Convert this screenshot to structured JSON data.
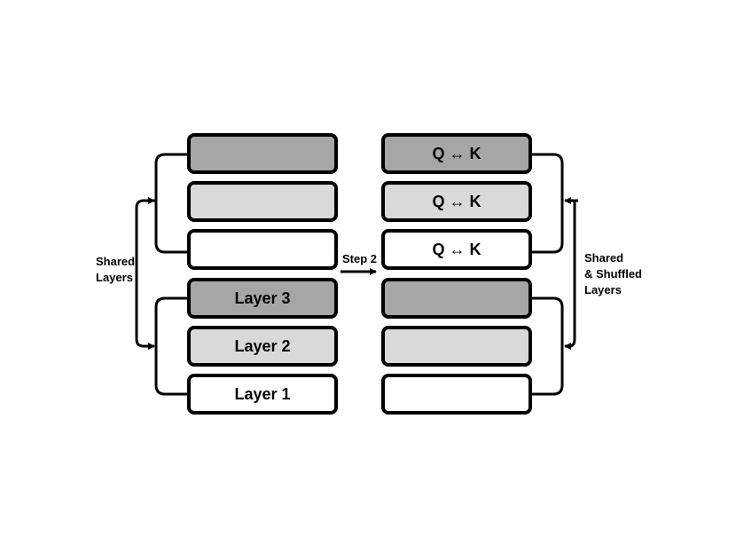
{
  "colors": {
    "dark": "#a6a6a6",
    "light": "#d9d9d9",
    "white": "#ffffff",
    "stroke": "#000000"
  },
  "left_stack": {
    "blocks": [
      {
        "label": "",
        "fill": "dark"
      },
      {
        "label": "",
        "fill": "light"
      },
      {
        "label": "",
        "fill": "white"
      },
      {
        "label": "Layer 3",
        "fill": "dark"
      },
      {
        "label": "Layer 2",
        "fill": "light"
      },
      {
        "label": "Layer 1",
        "fill": "white"
      }
    ],
    "side_label_line1": "Shared",
    "side_label_line2": "Layers"
  },
  "right_stack": {
    "blocks": [
      {
        "label": "Q ↔ K",
        "fill": "dark"
      },
      {
        "label": "Q ↔ K",
        "fill": "light"
      },
      {
        "label": "Q ↔ K",
        "fill": "white"
      },
      {
        "label": "",
        "fill": "dark"
      },
      {
        "label": "",
        "fill": "light"
      },
      {
        "label": "",
        "fill": "white"
      }
    ],
    "side_label_line1": "Shared",
    "side_label_line2": "& Shuffled",
    "side_label_line3": "Layers"
  },
  "step_arrow_label": "Step 2"
}
